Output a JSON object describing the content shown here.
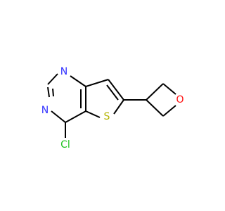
{
  "molecule": {
    "atoms": {
      "n1": {
        "symbol": "N"
      },
      "n3": {
        "symbol": "N"
      },
      "s": {
        "symbol": "S"
      },
      "o": {
        "symbol": "O"
      },
      "cl": {
        "symbol": "Cl"
      }
    },
    "colors": {
      "bond": "#000000",
      "nitrogen": "#3333ff",
      "sulfur": "#b3b300",
      "oxygen": "#ff0d0d",
      "chlorine": "#1fc21f"
    }
  }
}
